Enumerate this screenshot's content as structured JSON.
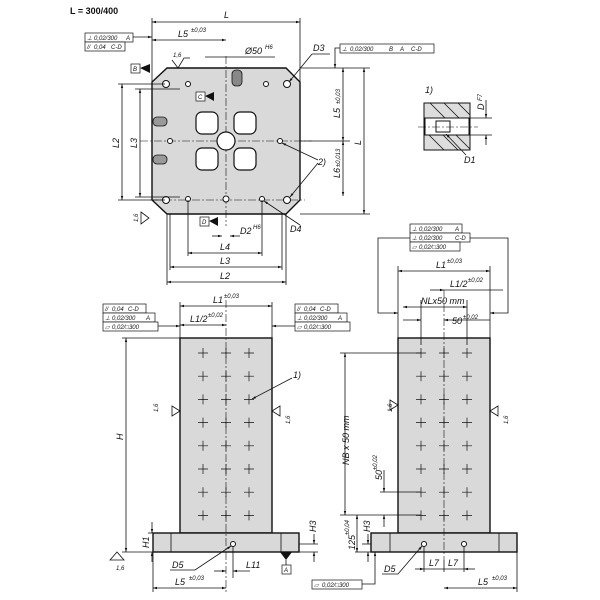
{
  "header": {
    "size_note": "L = 300/400"
  },
  "top_view": {
    "dim_L": "L",
    "dim_L5": "L5",
    "tol_L5": "±0,03",
    "dia": "Ø50",
    "dia_fit": "H6",
    "roughness": "1,6",
    "datum_B": "B",
    "datum_C": "C",
    "datum_D": "D",
    "D3": "D3",
    "D4": "D4",
    "D2": "D2",
    "D2_fit": "H6",
    "note2": "2)",
    "dim_L2": "L2",
    "dim_L3": "L3",
    "dim_L4": "L4",
    "dim_L5v": "L5",
    "tol_L5v": "±0,03",
    "dim_L6": "L6",
    "tol_L6": "±0,013",
    "dim_Lv": "L",
    "frame_left": [
      [
        "⊥",
        "0,02/300",
        "A"
      ],
      [
        "//",
        "0,04",
        "C-D"
      ]
    ],
    "frame_right": [
      "⊥",
      "0,02/300",
      "B",
      "A",
      "C-D"
    ]
  },
  "detail": {
    "label": "1)",
    "D": "D",
    "D_fit": "F7",
    "D1": "D1"
  },
  "front_view": {
    "L1": "L1",
    "tol_L1": "±0,03",
    "L1_2": "L1/2",
    "tol_L1_2": "±0,02",
    "H": "H",
    "H1": "H1",
    "H3": "H3",
    "D5": "D5",
    "L11": "L11",
    "L5": "L5",
    "tol_L5": "±0,03",
    "datum_A": "A",
    "note1": "1)",
    "roughness": "1,6",
    "frame_left": [
      [
        "//",
        "0,04",
        "C-D"
      ],
      [
        "⊥",
        "0,02/300",
        "A"
      ],
      [
        "▱",
        "0,02/□300",
        ""
      ]
    ],
    "frame_right": [
      [
        "//",
        "0,04",
        "C-D"
      ],
      [
        "⊥",
        "0,02/300",
        "A"
      ],
      [
        "▱",
        "0,02/□300",
        ""
      ]
    ]
  },
  "side_view": {
    "frame_top": [
      [
        "⊥",
        "0,02/300",
        "A"
      ],
      [
        "⊥",
        "0,02/300",
        "C-D"
      ],
      [
        "▱",
        "0,02/□300",
        ""
      ]
    ],
    "L1": "L1",
    "tol_L1": "±0,03",
    "L1_2": "L1/2",
    "tol_L1_2": "±0,02",
    "NL": "NLx50 mm",
    "pitch": "50",
    "tol_pitch": "±0,02",
    "NB": "NB x 50 mm",
    "pitch_v": "50",
    "tol_pitch_v": "±0,02",
    "dim125": "125",
    "tol125": "±0,04",
    "H3": "H3",
    "D5": "D5",
    "L7a": "L7",
    "L7b": "L7",
    "L5": "L5",
    "tol_L5": "±0,03",
    "frame_bottom": [
      "▱",
      "0,02/□300"
    ],
    "roughness": "1,6"
  }
}
